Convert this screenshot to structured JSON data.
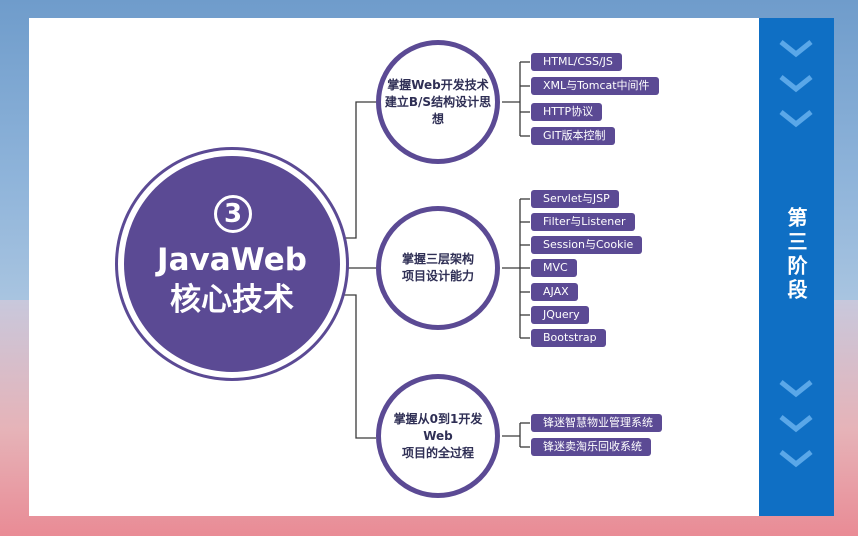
{
  "stage": {
    "label": "第三阶段"
  },
  "center": {
    "number": "3",
    "title_line1": "JavaWeb",
    "title_line2": "核心技术"
  },
  "branches": [
    {
      "line1": "掌握Web开发技术",
      "line2": "建立B/S结构设计思想",
      "items": [
        "HTML/CSS/JS",
        "XML与Tomcat中间件",
        "HTTP协议",
        "GIT版本控制"
      ]
    },
    {
      "line1": "掌握三层架构",
      "line2": "项目设计能力",
      "items": [
        "Servlet与JSP",
        "Filter与Listener",
        "Session与Cookie",
        "MVC",
        "AJAX",
        "JQuery",
        "Bootstrap"
      ]
    },
    {
      "line1": "掌握从0到1开发Web",
      "line2": "项目的全过程",
      "items": [
        "锋迷智慧物业管理系统",
        "锋迷卖淘乐回收系统"
      ]
    }
  ],
  "colors": {
    "primary": "#5b4a94",
    "stage_bar": "#0f6fc4",
    "connector": "#3a3a3a"
  }
}
